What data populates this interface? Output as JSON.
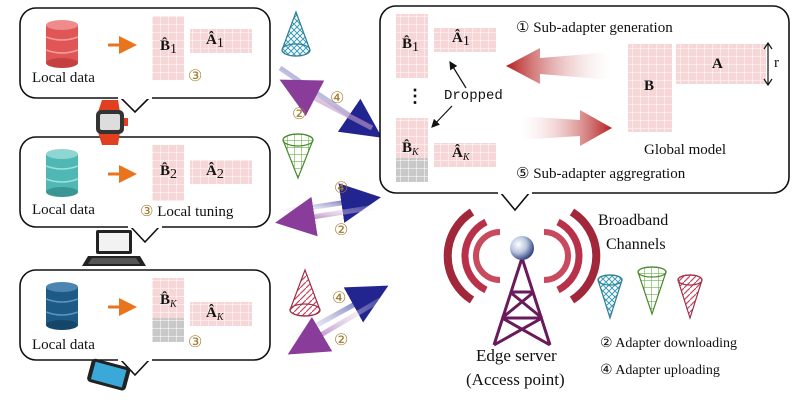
{
  "clients": [
    {
      "local_data_label": "Local data",
      "b_label": "B̂",
      "b_sub": "1",
      "a_label": "Â",
      "a_sub": "1",
      "step_marker": "③",
      "device": "smartwatch-icon"
    },
    {
      "local_data_label": "Local data",
      "b_label": "B̂",
      "b_sub": "2",
      "a_label": "Â",
      "a_sub": "2",
      "step_marker": "③",
      "step_text": "Local tuning",
      "device": "laptop-icon"
    },
    {
      "local_data_label": "Local data",
      "b_label": "B̂",
      "b_sub": "K",
      "a_label": "Â",
      "a_sub": "K",
      "step_marker": "③",
      "device": "smartphone-icon"
    }
  ],
  "links": [
    {
      "upload_marker": "④",
      "download_marker": "②"
    },
    {
      "upload_marker": "④",
      "download_marker": "②"
    },
    {
      "upload_marker": "④",
      "download_marker": "②"
    }
  ],
  "server_panel": {
    "b1_label": "B̂",
    "b1_sub": "1",
    "a1_label": "Â",
    "a1_sub": "1",
    "bk_label": "B̂",
    "bk_sub": "K",
    "ak_label": "Â",
    "ak_sub": "K",
    "ellipsis": "⋮",
    "dropped_label": "Dropped",
    "step1": "① Sub-adapter generation",
    "step5": "⑤ Sub-adapter aggregration",
    "global_b": "B",
    "global_a": "A",
    "rank_label": "r",
    "global_model_label": "Global model"
  },
  "edge_server": {
    "line1": "Edge server",
    "line2": "(Access point)"
  },
  "channels": {
    "title_line1": "Broadband",
    "title_line2": "Channels",
    "legend_download": "② Adapter downloading",
    "legend_upload": "④ Adapter uploading"
  },
  "colors": {
    "matrix_pink": "#f6d6d6",
    "matrix_grey": "#c9c9c9",
    "arrow_orange": "#e8741e",
    "arrow_red": "#b51e1e",
    "arrow_blue": "#22258f",
    "arrow_purple": "#8a3c9a",
    "db1": "#e05555",
    "db2": "#4fb7b4",
    "db3": "#1d5a86",
    "cone_blue": "#3a9bb5",
    "cone_green": "#6ab24a",
    "cone_red": "#c0475f"
  }
}
